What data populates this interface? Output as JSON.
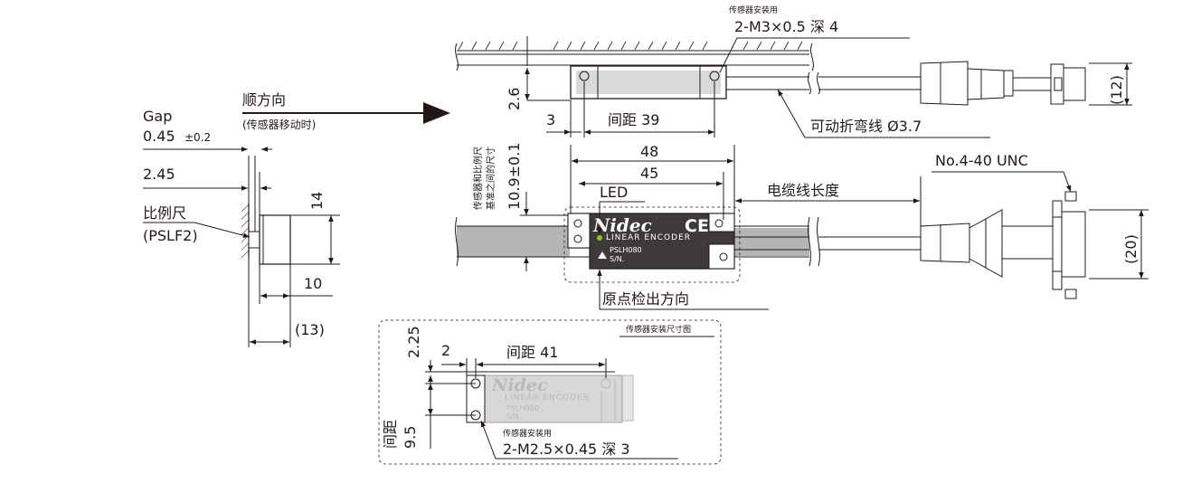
{
  "colors": {
    "line": "#231815",
    "sensor_body": "#3e3a39",
    "scale_band": "#b5b5b6",
    "cable_fill": "#c9caca",
    "connector_fill": "#9fa0a0",
    "led_green": "#8fc31f",
    "ghost_body": "#d7d7d7"
  },
  "top_view": {
    "mount_note": "传感器安装用",
    "mount_thread": "2-M3×0.5 深 4",
    "dim_height": "2.6",
    "dim_left": "3",
    "pitch": "间距 39",
    "cable_label": "可动折弯线 Ø3.7",
    "connector_dim": "(12)"
  },
  "front_view": {
    "dim_48": "48",
    "dim_45": "45",
    "led_label": "LED",
    "vertical_note_line1": "传感器和比例尺",
    "vertical_note_line2": "基准之间的尺寸",
    "dim_height": "10.9±0.1",
    "cable_length_label": "电缆线长度",
    "connector_spec": "No.4-40 UNC",
    "connector_dim": "(20)",
    "origin_direction": "原点检出方向",
    "brand": "Nidec",
    "product_line": "LINEAR ENCODER",
    "model": "PSLH080",
    "serial_label": "S/N."
  },
  "side_view": {
    "direction_label": "顺方向",
    "direction_note": "(传感器移动时)",
    "gap_label": "Gap",
    "gap_value": "0.45",
    "gap_tolerance": "±0.2",
    "dim_245": "2.45",
    "scale_label": "比例尺",
    "scale_model": "(PSLF2)",
    "dim_14": "14",
    "dim_10": "10",
    "dim_13": "(13)"
  },
  "mounting_detail": {
    "title": "传感器安装尺寸图",
    "dim_225": "2.25",
    "dim_2": "2",
    "pitch": "间距 41",
    "pitch_vertical_label": "间距",
    "pitch_vertical_value": "9.5",
    "mount_note": "传感器安装用",
    "mount_thread": "2-M2.5×0.45 深 3",
    "ghost_brand": "Nidec",
    "ghost_product_line": "LINEAR ENCODER",
    "ghost_model": "PSLH080",
    "ghost_serial": "S/N."
  }
}
